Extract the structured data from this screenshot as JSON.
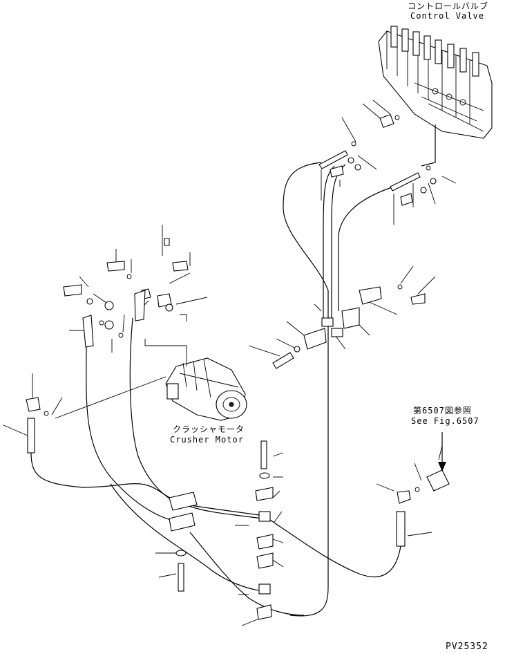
{
  "labels": {
    "control_valve_jp": "コントロールバルブ",
    "control_valve_en": "Control Valve",
    "crusher_motor_jp": "クラッシャモータ",
    "crusher_motor_en": "Crusher Motor",
    "see_fig_jp": "第6507図参照",
    "see_fig_en": "See Fig.6507",
    "drawing_no": "PV25352"
  }
}
